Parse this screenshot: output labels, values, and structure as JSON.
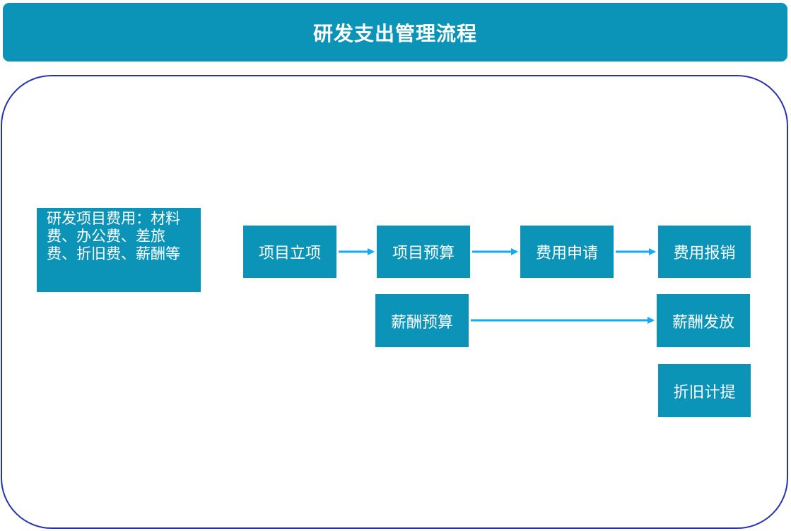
{
  "title": "研发支出管理流程",
  "note": "研发项目费用：材料费、办公费、差旅费、折旧费、薪酬等",
  "nodes": {
    "project_setup": "项目立项",
    "project_budget": "项目预算",
    "expense_apply": "费用申请",
    "expense_reimburse": "费用报销",
    "salary_budget": "薪酬预算",
    "salary_payment": "薪酬发放",
    "depreciation": "折旧计提"
  },
  "colors": {
    "node_fill": "#0b94b8",
    "arrow": "#15a9ef",
    "frame_border": "#2633b0"
  }
}
